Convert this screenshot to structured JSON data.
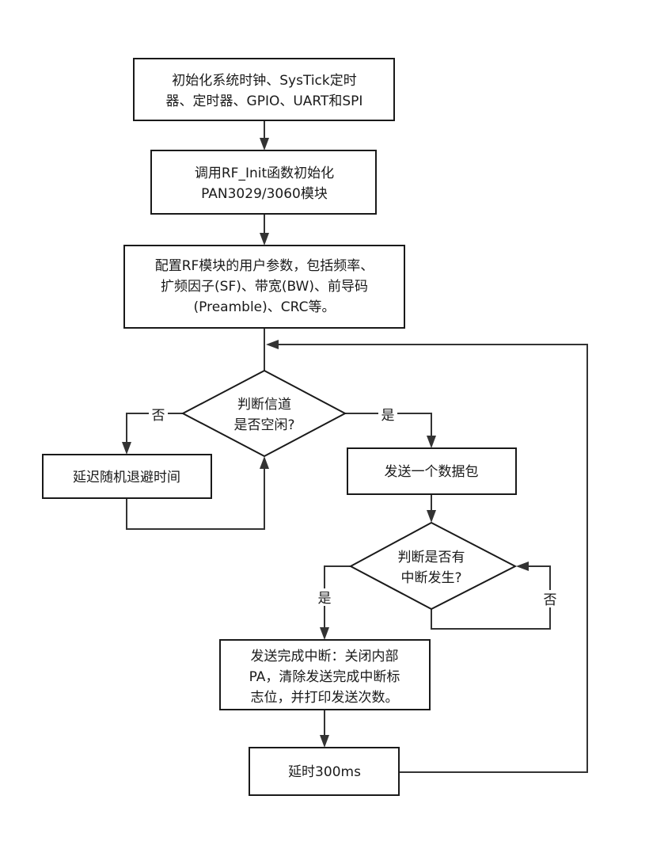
{
  "nodes": {
    "init_system": {
      "lines": [
        "初始化系统时钟、SysTick定时",
        "器、定时器、GPIO、UART和SPI"
      ]
    },
    "rf_init": {
      "lines": [
        "调用RF_Init函数初始化",
        "PAN3029/3060模块"
      ]
    },
    "config_rf": {
      "lines": [
        "配置RF模块的用户参数，包括频率、",
        "扩频因子(SF)、带宽(BW)、前导码",
        "(Preamble)、CRC等。"
      ]
    },
    "check_channel": {
      "lines": [
        "判断信道",
        "是否空闲?"
      ]
    },
    "random_backoff": {
      "lines": [
        "延迟随机退避时间"
      ]
    },
    "send_packet": {
      "lines": [
        "发送一个数据包"
      ]
    },
    "check_interrupt": {
      "lines": [
        "判断是否有",
        "中断发生?"
      ]
    },
    "tx_done": {
      "lines": [
        "发送完成中断：关闭内部",
        "PA，清除发送完成中断标",
        "志位，并打印发送次数。"
      ]
    },
    "delay": {
      "lines": [
        "延时300ms"
      ]
    }
  },
  "edge_labels": {
    "channel_no": "否",
    "channel_yes": "是",
    "interrupt_yes": "是",
    "interrupt_no": "否"
  }
}
